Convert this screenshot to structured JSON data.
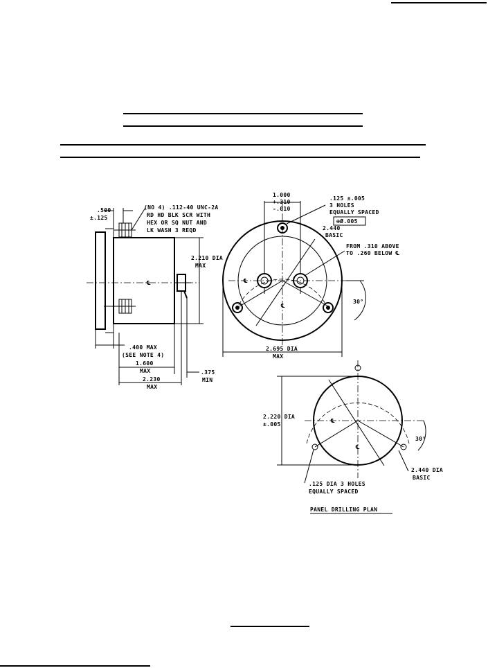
{
  "figure": {
    "side_view": {
      "dim_500": ".500",
      "dim_125": "±.125",
      "note_line1": "(NO 4) .112-40 UNC-2A",
      "note_line2": "RD HD BLK SCR WITH",
      "note_line3": "HEX OR SQ NUT AND",
      "note_line4": "LK WASH 3 REQD",
      "centerline": "℄",
      "dia_line1": "2.210 DIA",
      "dia_line2": "MAX",
      "dim_400_line1": ".400 MAX",
      "dim_400_line2": "(SEE NOTE 4)",
      "dim_1600_line1": "1.600",
      "dim_1600_line2": "MAX",
      "dim_2230_line1": "2.230",
      "dim_2230_line2": "MAX",
      "dim_375_line1": ".375",
      "dim_375_line2": "MIN"
    },
    "front_view": {
      "dim_1000_line1": "1.000",
      "dim_1000_line2": "+.310",
      "dim_1000_line3": "-.010",
      "hole_line1": ".125 ±.005",
      "hole_line2": "3 HOLES",
      "hole_line3": "EQUALLY SPACED",
      "hole_tolerance": "⊕Ø.005",
      "basic_line1": "2.440",
      "basic_line2": "BASIC",
      "from_line1": "FROM .310 ABOVE",
      "from_line2": "TO .260 BELOW ℄",
      "centerline": "℄",
      "angle": "30°",
      "dia_line1": "2.695 DIA",
      "dia_line2": "MAX"
    },
    "drilling_plan": {
      "dia_line1": "2.220 DIA",
      "dia_line2": "±.005",
      "centerline": "℄",
      "angle": "30°",
      "bc_line1": "2.440 DIA",
      "bc_line2": "BASIC",
      "holes_line1": ".125 DIA 3 HOLES",
      "holes_line2": "EQUALLY SPACED",
      "caption": "PANEL DRILLING PLAN"
    }
  }
}
